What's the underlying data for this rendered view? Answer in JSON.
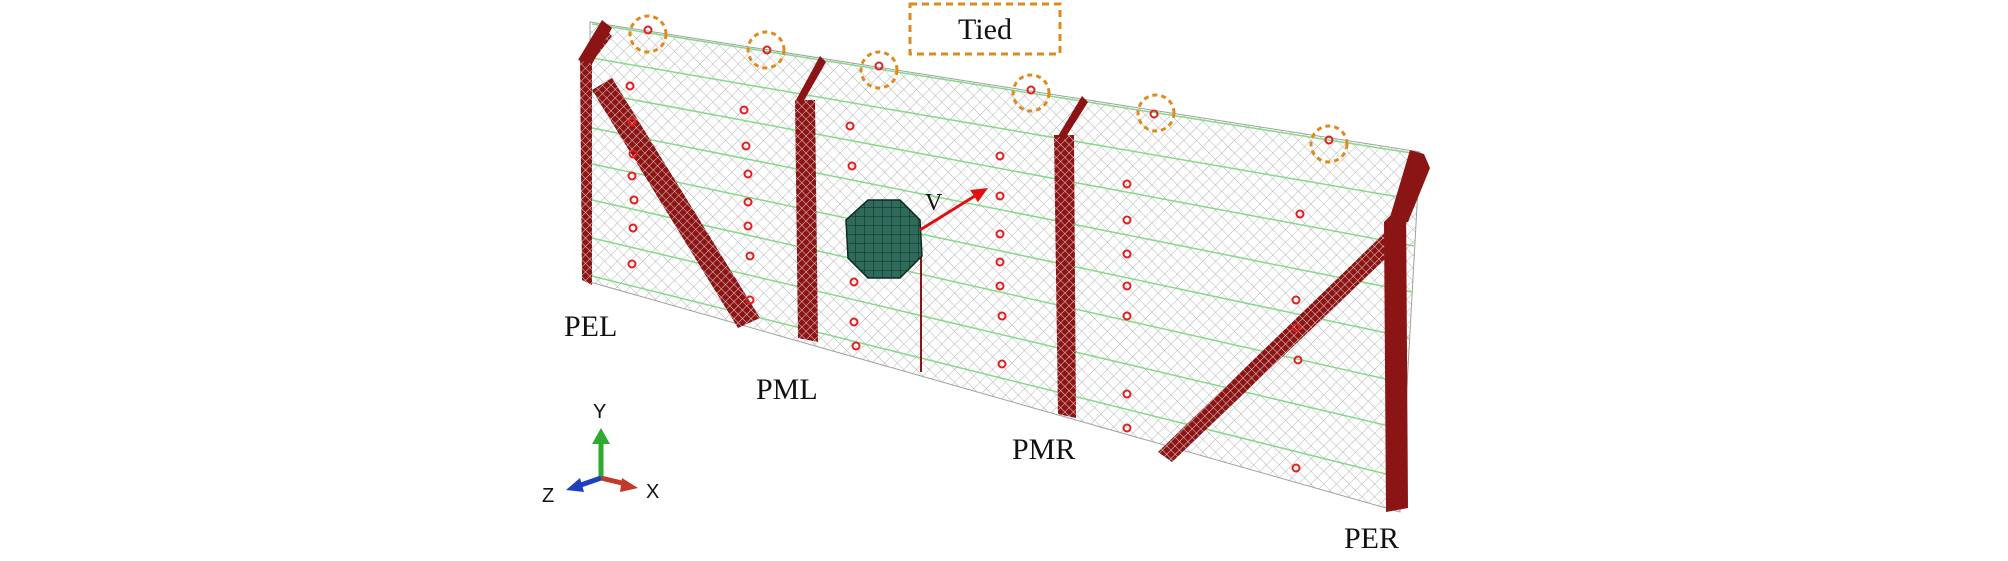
{
  "labels": {
    "pel": "PEL",
    "pml": "PML",
    "pmr": "PMR",
    "per": "PER",
    "velocity": "V",
    "tied": "Tied"
  },
  "triad": {
    "x": "X",
    "y": "Y",
    "z": "Z"
  },
  "colors": {
    "post": "#8b1414",
    "mesh": "#b4b4b4",
    "wire": "#86d986",
    "sphere": "#2f6b5a",
    "arrow": "#e01010",
    "tie_point": "#e02020",
    "tied_box": "#e08a1e",
    "axis_x": "#c0392b",
    "axis_y": "#2eaa2e",
    "axis_z": "#1f3fbf"
  }
}
